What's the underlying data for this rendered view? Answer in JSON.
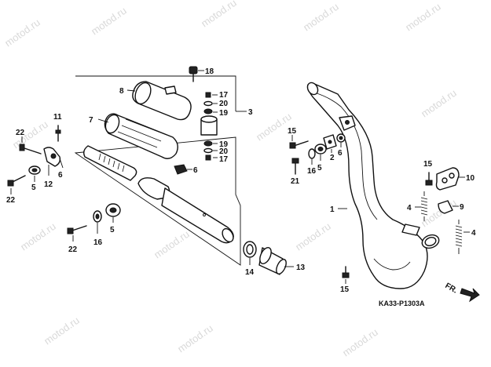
{
  "watermark": "motod.ru",
  "diagram_code": "KA33-P1303A",
  "direction_label": "FR.",
  "callouts": {
    "c1": "1",
    "c3": "3",
    "c4a": "4",
    "c4b": "4",
    "c5a": "5",
    "c5b": "5",
    "c5c": "5",
    "c6a": "6",
    "c6b": "6",
    "c6c": "6",
    "c7": "7",
    "c8": "8",
    "c9": "9",
    "c10": "10",
    "c11": "11",
    "c12": "12",
    "c13": "13",
    "c14": "14",
    "c15a": "15",
    "c15b": "15",
    "c15c": "15",
    "c16a": "16",
    "c16b": "16",
    "c17a": "17",
    "c17b": "17",
    "c18": "18",
    "c19a": "19",
    "c19b": "19",
    "c20a": "20",
    "c20b": "20",
    "c21": "21",
    "c22a": "22",
    "c22b": "22",
    "c22c": "22",
    "c2": "2"
  }
}
